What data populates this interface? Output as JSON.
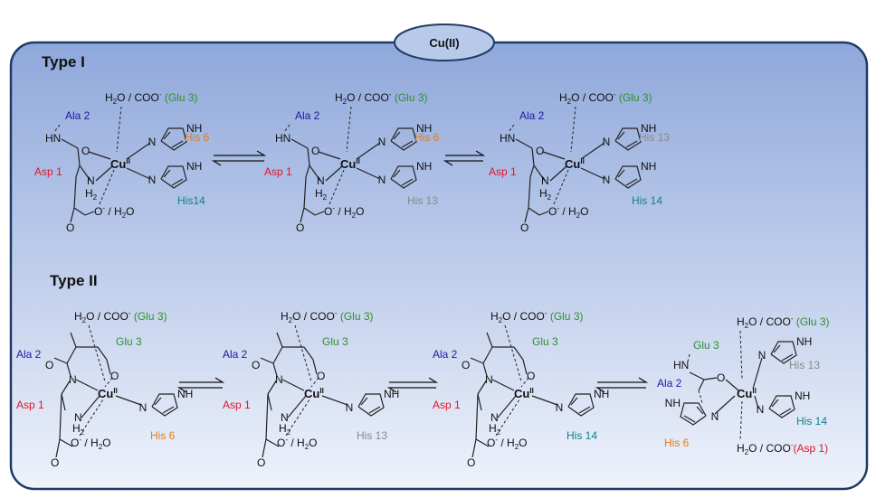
{
  "title_badge": "Cu(II)",
  "colors": {
    "panel_top": "#8fa8db",
    "panel_bottom": "#eef2fb",
    "border": "#1f3a66",
    "red": "#e0142a",
    "blue": "#1a1aa0",
    "orange": "#e87a12",
    "green": "#2f8f2f",
    "gray": "#8a8a8a",
    "teal": "#12808a"
  },
  "sections": [
    {
      "label": "Type I"
    },
    {
      "label": "Type II"
    }
  ],
  "text": {
    "h2o": "H",
    "two": "2",
    "o": "O",
    "coo": "/ COO",
    "minus": "-",
    "cu": "Cu",
    "cu_sup": "II",
    "nh": "NH",
    "hn": "HN",
    "n": "N",
    "h": "H",
    "o_label": "O",
    "water_tail": "/ H",
    "o_tail": "O"
  },
  "residues": {
    "glu3_paren": "(Glu 3)",
    "glu3": "Glu 3",
    "ala2": "Ala 2",
    "asp1": "Asp 1",
    "asp1_paren": "(Asp 1)",
    "his6": "His 6",
    "his13": "His 13",
    "his14": "His 14",
    "his14_compact": "His14"
  }
}
